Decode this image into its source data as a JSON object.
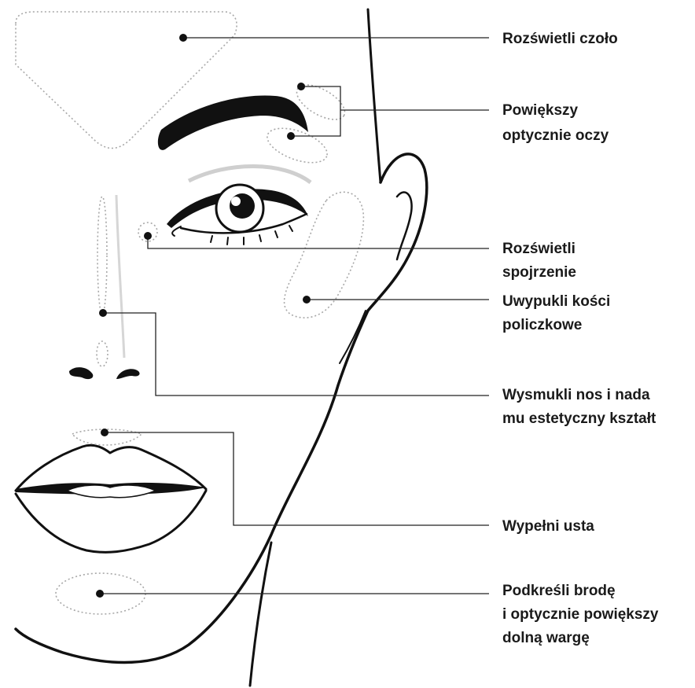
{
  "labels": {
    "forehead": "Rozświetli czoło",
    "eyes_1": "Powiększy",
    "eyes_2": "optycznie oczy",
    "gaze_1": "Rozświetli",
    "gaze_2": "spojrzenie",
    "cheek_1": "Uwypukli kości",
    "cheek_2": "policzkowe",
    "nose_1": "Wysmukli nos i nada",
    "nose_2": "mu estetyczny kształt",
    "lips": "Wypełni usta",
    "chin_1": "Podkreśli brodę",
    "chin_2": "i optycznie powiększy",
    "chin_3": "dolną wargę"
  },
  "colors": {
    "line": "#111111",
    "zone": "#a8a8a8",
    "text": "#1a1a1a",
    "background": "#ffffff"
  }
}
